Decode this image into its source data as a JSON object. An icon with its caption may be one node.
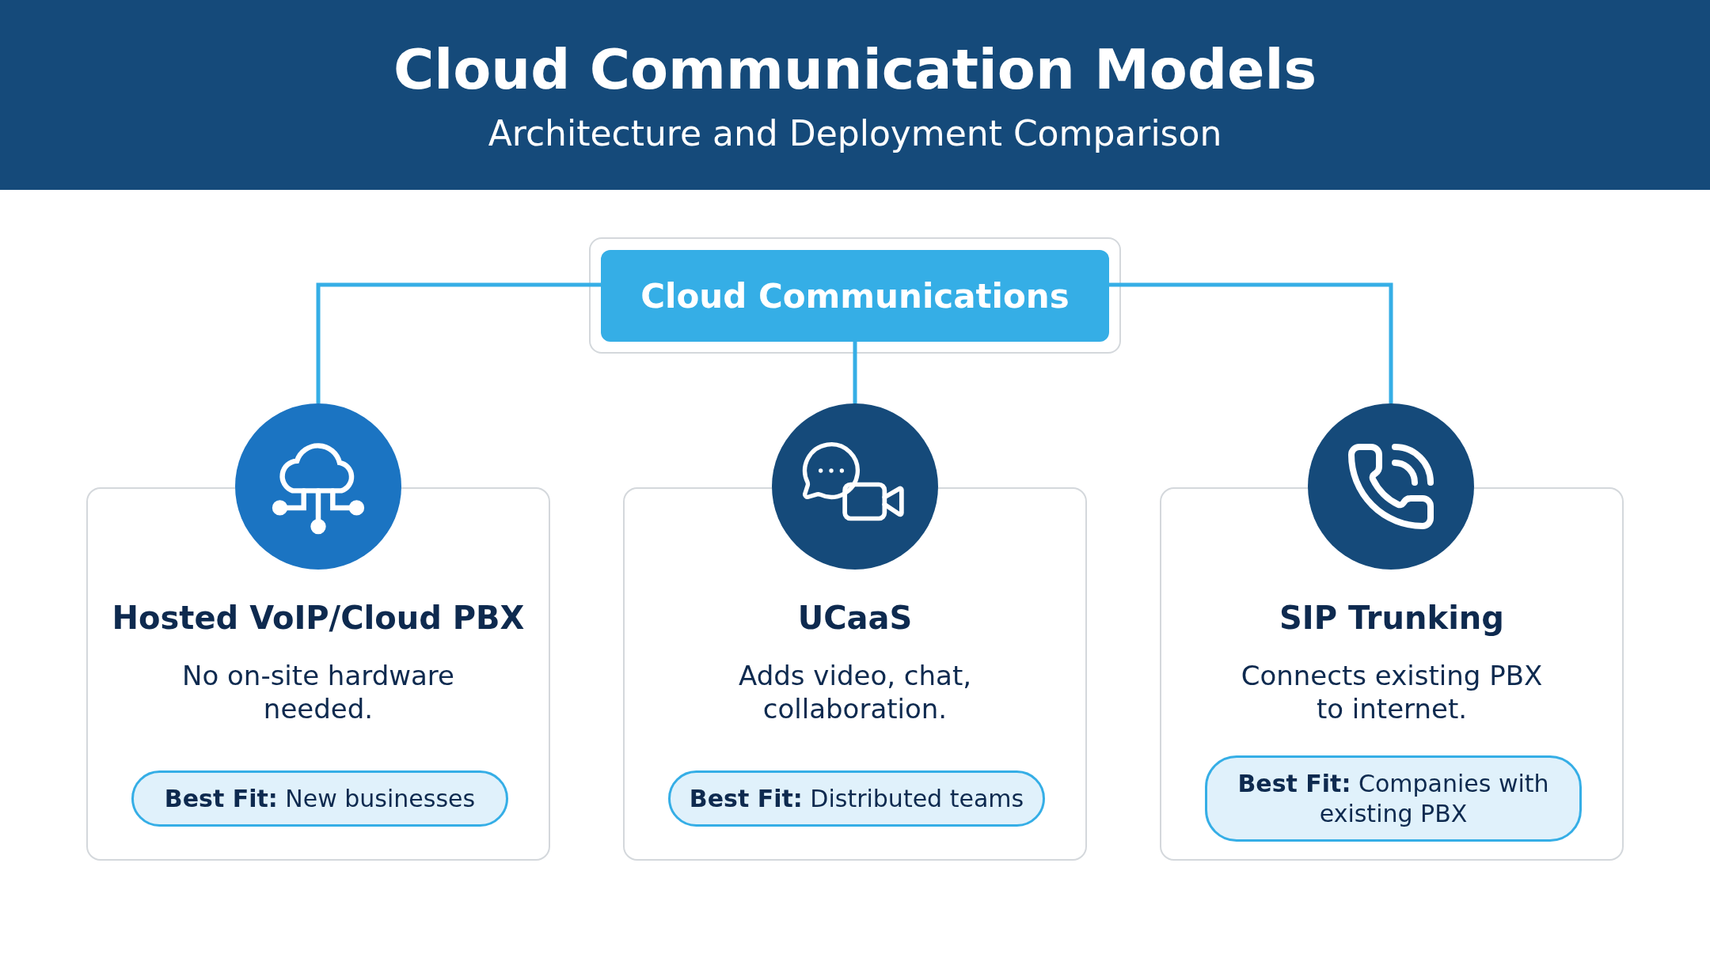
{
  "diagram": {
    "title": "Cloud Communication Models",
    "caption": "Architecture and Deployment Comparison",
    "nodes": [
      {
        "text": [
          "Cloud Communications"
        ]
      },
      {
        "text": [],
        "shape": "circle"
      },
      {
        "text": [
          "Hosted VoIP/Cloud PBX",
          "No on-site hardware needed."
        ]
      },
      {
        "text": [
          "**Best Fit:** New businesses"
        ],
        "in": 2
      },
      {
        "text": [],
        "shape": "circle"
      },
      {
        "text": [
          "UCaaS",
          "Adds video, chat, collaboration."
        ]
      },
      {
        "text": [
          "**Best Fit:** Distributed teams"
        ],
        "in": 5
      },
      {
        "text": [],
        "shape": "circle"
      },
      {
        "text": [
          "SIP Trunking",
          "Connects existing PBX to internet."
        ]
      },
      {
        "text": [
          "**Best Fit:** Companies with existing PBX"
        ],
        "in": 8
      }
    ],
    "edges": [
      {
        "from": 0,
        "to": 1,
        "arrow": "none"
      },
      {
        "from": 0,
        "to": 4,
        "arrow": "none"
      },
      {
        "from": 0,
        "to": 7,
        "arrow": "none"
      }
    ]
  }
}
